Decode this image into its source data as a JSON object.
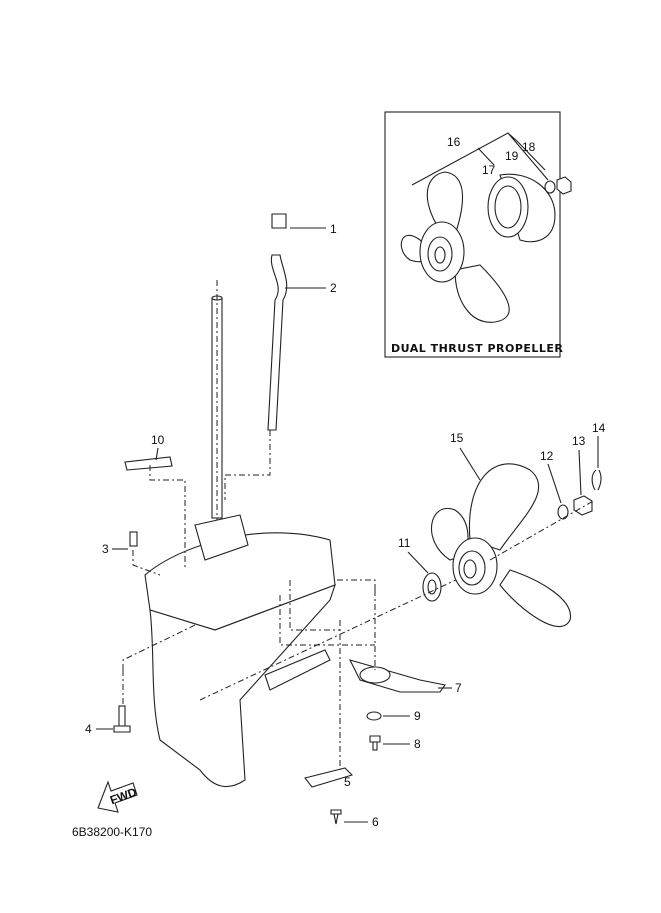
{
  "diagram": {
    "drawing_code": "6B38200-K170",
    "fwd_label": "FWD",
    "inset": {
      "caption": "DUAL THRUST PROPELLER",
      "callouts": [
        "16",
        "17",
        "18",
        "19"
      ]
    },
    "callouts": [
      "1",
      "2",
      "3",
      "4",
      "5",
      "6",
      "7",
      "8",
      "9",
      "10",
      "11",
      "12",
      "13",
      "14",
      "15"
    ]
  }
}
